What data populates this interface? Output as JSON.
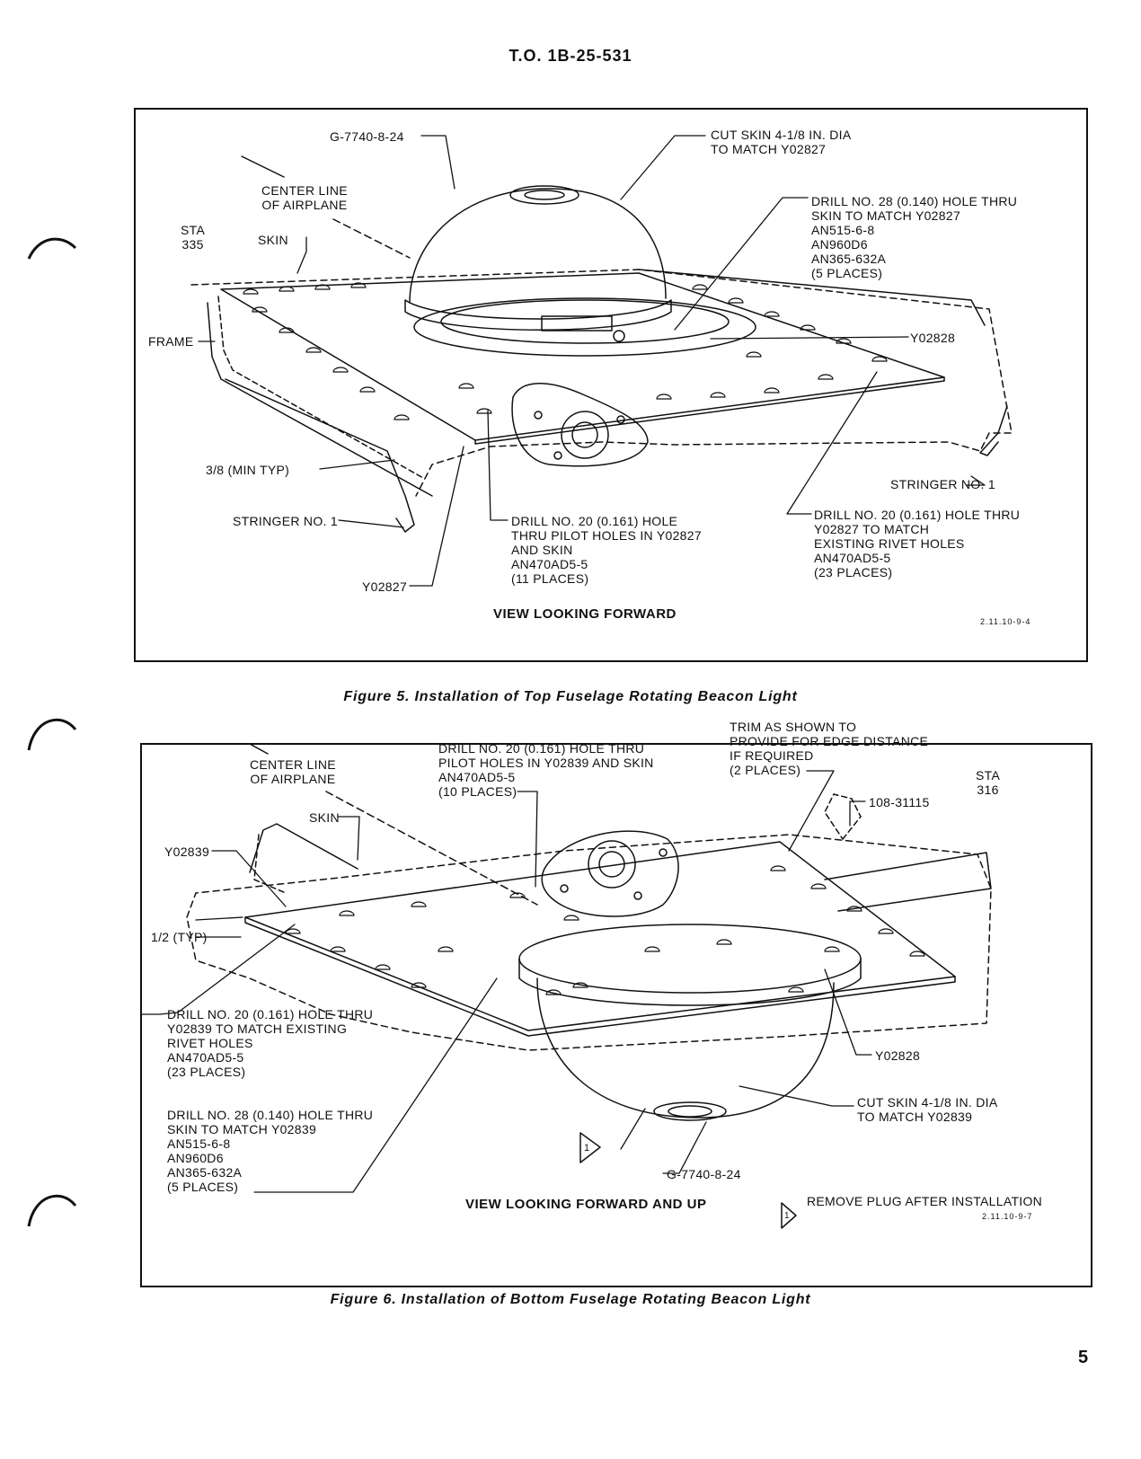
{
  "header": {
    "doc_number": "T.O. 1B-25-531"
  },
  "page_number": "5",
  "figure5": {
    "caption": "Figure 5.  Installation of Top Fuselage Rotating Beacon Light",
    "view_title": "VIEW LOOKING FORWARD",
    "ref": "2.11.10-9-4",
    "callouts": {
      "dome_part": "G-7740-8-24",
      "cut_skin": "CUT SKIN 4-1/8 IN. DIA\nTO MATCH Y02827",
      "center_line": "CENTER LINE\nOF AIRPLANE",
      "drill_28": "DRILL NO. 28 (0.140) HOLE THRU\nSKIN TO MATCH Y02827\nAN515-6-8\nAN960D6\nAN365-632A\n(5 PLACES)",
      "sta": "STA\n335",
      "skin": "SKIN",
      "frame": "FRAME",
      "ring_part": "Y02828",
      "min_typ": "3/8 (MIN TYP)",
      "stringer_left": "STRINGER NO. 1",
      "stringer_right": "STRINGER NO. 1",
      "drill_20_pilot": "DRILL NO. 20 (0.161) HOLE\nTHRU PILOT HOLES IN Y02827\nAND SKIN\nAN470AD5-5\n(11 PLACES)",
      "drill_20_rivet": "DRILL NO. 20 (0.161) HOLE THRU\nY02827 TO MATCH\nEXISTING RIVET HOLES\nAN470AD5-5\n(23 PLACES)",
      "doubler_part": "Y02827"
    }
  },
  "figure6": {
    "caption": "Figure 6.  Installation of Bottom Fuselage Rotating Beacon Light",
    "view_title": "VIEW LOOKING FORWARD AND UP",
    "ref": "2.11.10-9-7",
    "note_marker": "1",
    "note_text": "REMOVE PLUG AFTER INSTALLATION",
    "callouts": {
      "trim": "TRIM AS SHOWN TO\nPROVIDE FOR EDGE DISTANCE\nIF REQUIRED\n(2 PLACES)",
      "drill_20_pilot": "DRILL NO. 20 (0.161) HOLE THRU\nPILOT HOLES IN Y02839 AND SKIN\nAN470AD5-5\n(10 PLACES)",
      "center_line": "CENTER LINE\nOF AIRPLANE",
      "sta": "STA\n316",
      "stringer_part": "108-31115",
      "skin": "SKIN",
      "doubler_part": "Y02839",
      "half_typ": "1/2 (TYP)",
      "drill_20_rivet": "DRILL NO. 20 (0.161) HOLE THRU\nY02839 TO MATCH EXISTING\nRIVET HOLES\nAN470AD5-5\n(23 PLACES)",
      "ring_part": "Y02828",
      "cut_skin": "CUT SKIN 4-1/8 IN. DIA\nTO MATCH Y02839",
      "drill_28": "DRILL NO. 28 (0.140) HOLE THRU\nSKIN TO MATCH Y02839\nAN515-6-8\nAN960D6\nAN365-632A\n(5 PLACES)",
      "dome_part": "G-7740-8-24"
    }
  }
}
